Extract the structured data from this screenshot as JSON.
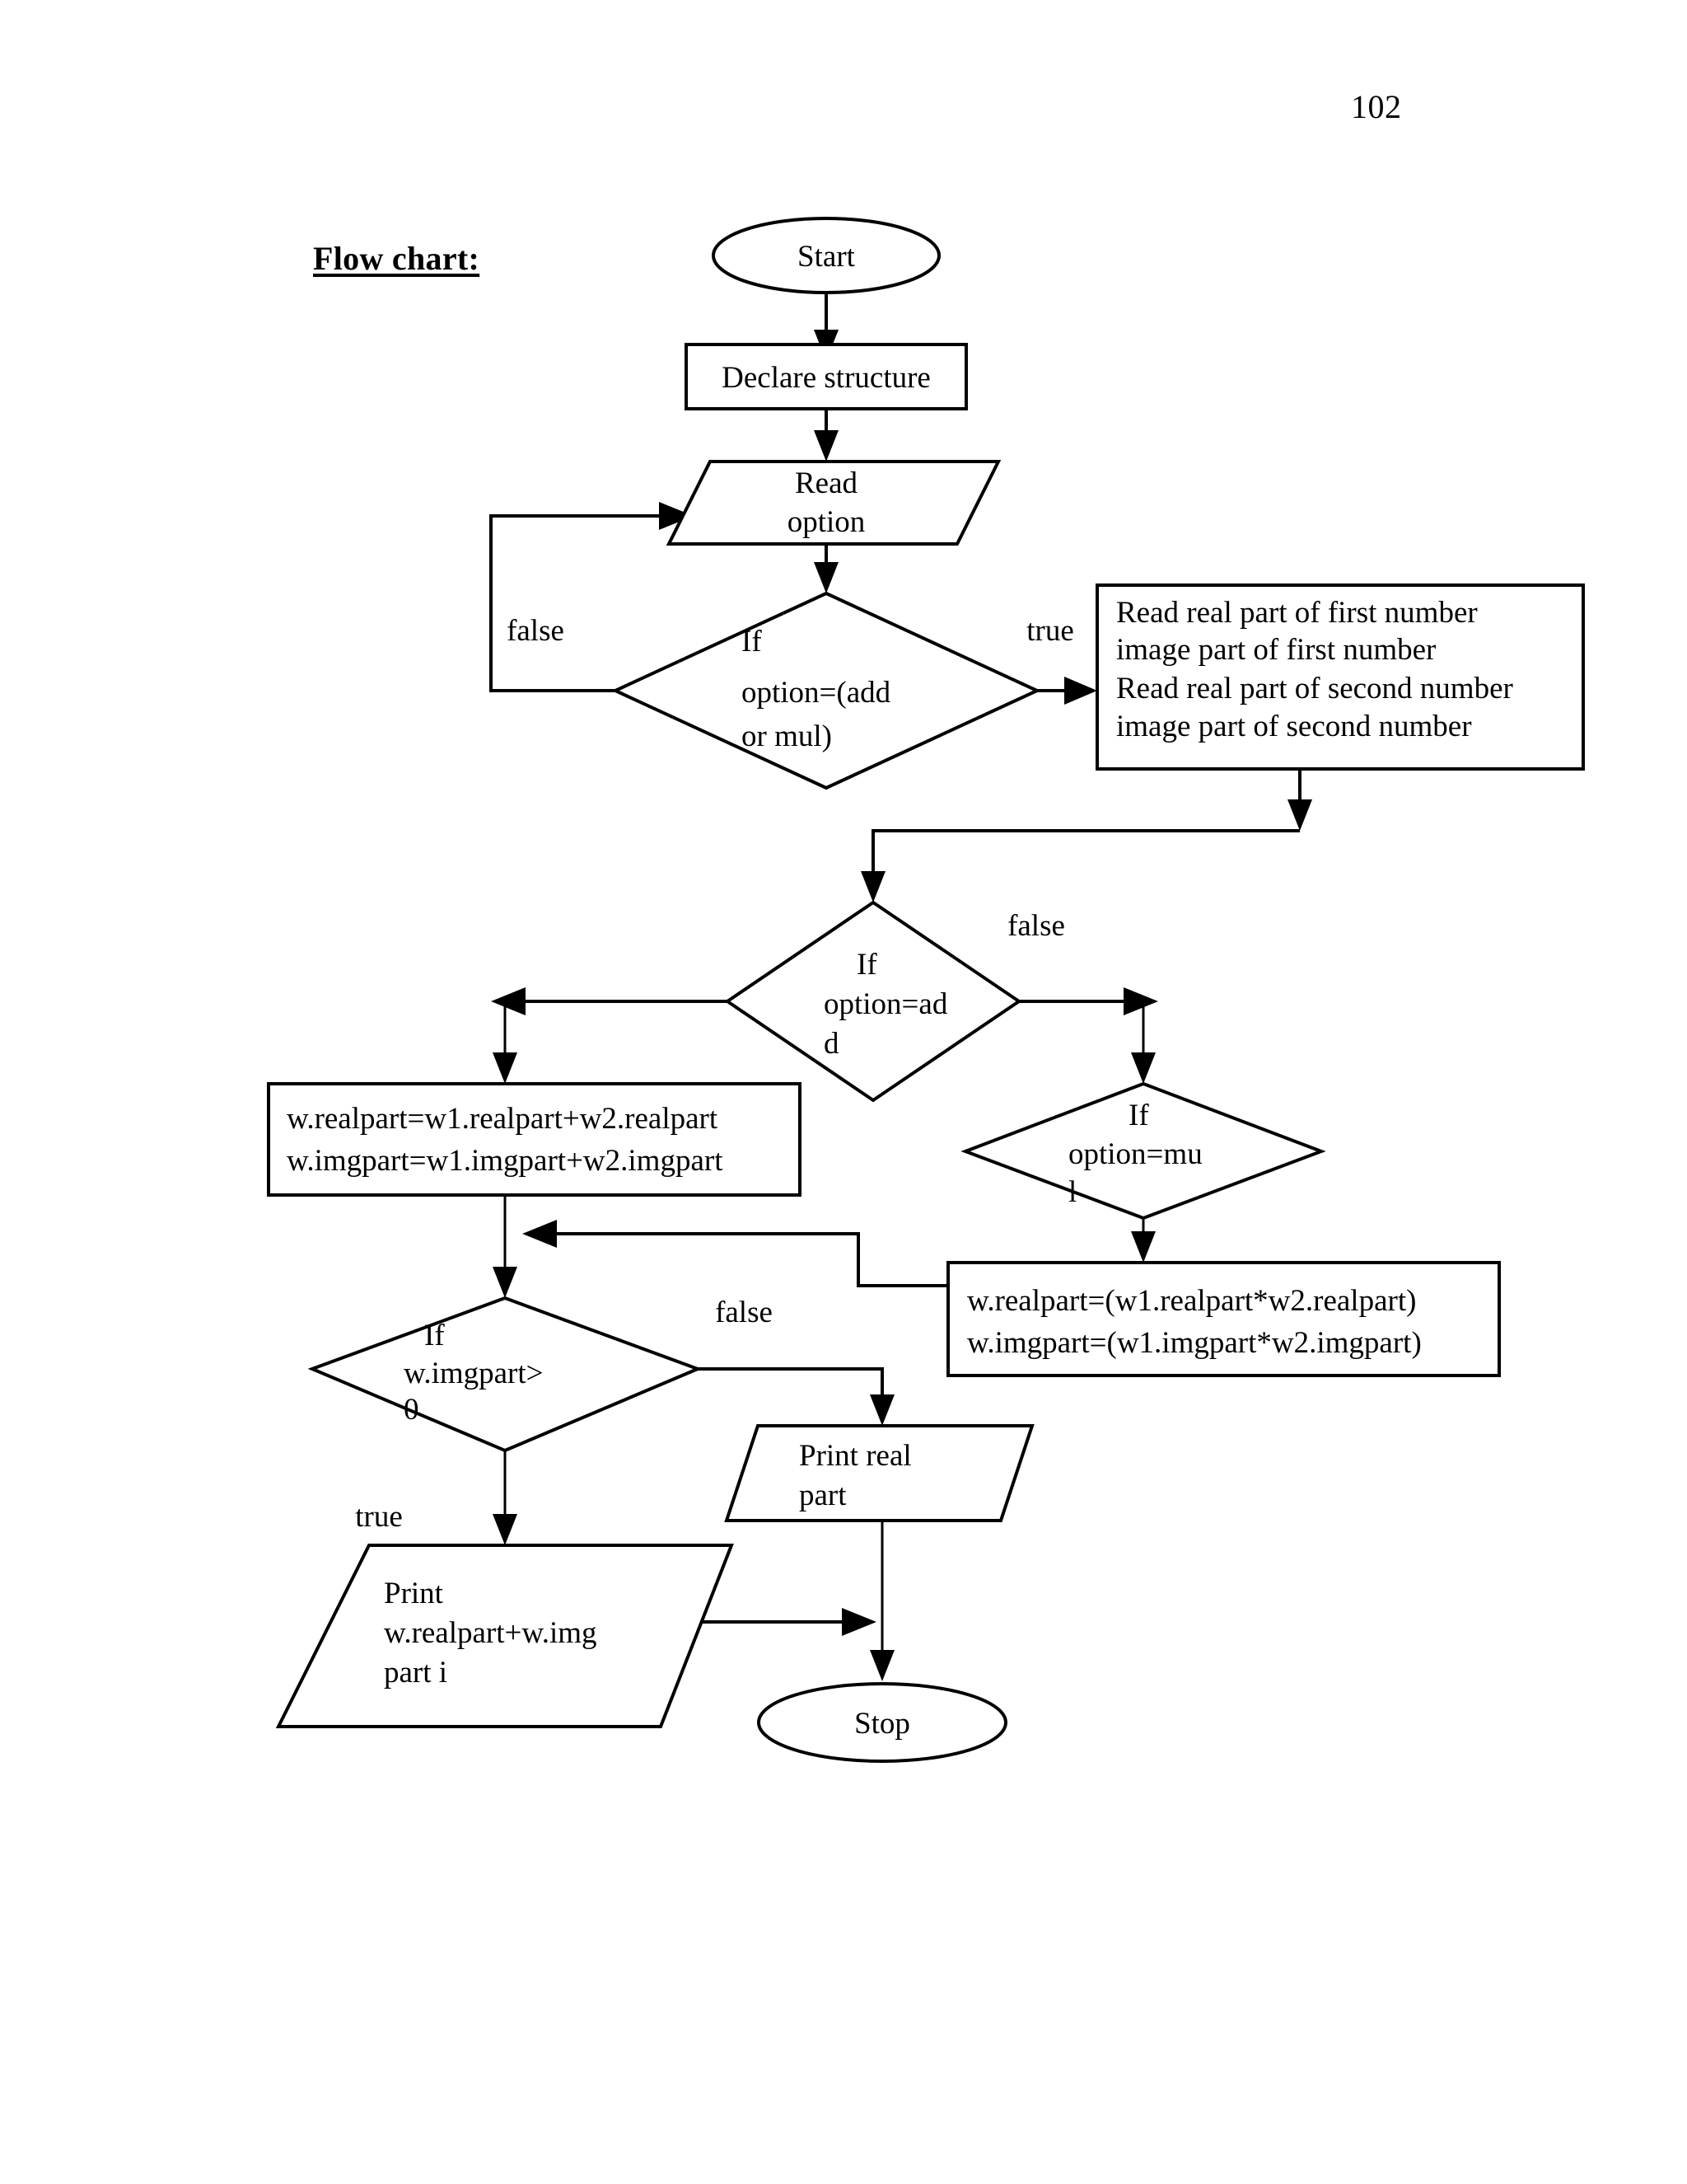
{
  "document": {
    "page_number": "102",
    "section_heading": "Flow chart:"
  },
  "chart_data": {
    "type": "flowchart",
    "title": "Flow chart:",
    "nodes": [
      {
        "id": "start",
        "shape": "terminator",
        "lines": [
          "Start"
        ]
      },
      {
        "id": "declare",
        "shape": "process",
        "lines": [
          "Declare structure"
        ]
      },
      {
        "id": "read_option",
        "shape": "io",
        "lines": [
          "Read",
          "option"
        ]
      },
      {
        "id": "if_option_add_or_mul",
        "shape": "decision",
        "lines": [
          "If",
          "option=(add",
          "or mul)"
        ]
      },
      {
        "id": "read_inputs",
        "shape": "process",
        "lines": [
          "Read real part of first number",
          " image part of first number",
          "Read real part of second number",
          "image part of second number"
        ]
      },
      {
        "id": "if_option_add",
        "shape": "decision",
        "lines": [
          "If",
          "option=ad",
          "d"
        ]
      },
      {
        "id": "add_calc",
        "shape": "process",
        "lines": [
          "w.realpart=w1.realpart+w2.realpart",
          "w.imgpart=w1.imgpart+w2.imgpart"
        ]
      },
      {
        "id": "if_option_mul",
        "shape": "decision",
        "lines": [
          "If",
          "option=mu",
          "l"
        ]
      },
      {
        "id": "mul_calc",
        "shape": "process",
        "lines": [
          "w.realpart=(w1.realpart*w2.realpart)",
          "w.imgpart=(w1.imgpart*w2.imgpart)"
        ]
      },
      {
        "id": "if_imgpart_gt0",
        "shape": "decision",
        "lines": [
          "If",
          "w.imgpart>",
          "0"
        ]
      },
      {
        "id": "print_real",
        "shape": "io",
        "lines": [
          "Print real",
          "part"
        ]
      },
      {
        "id": "print_complex",
        "shape": "io",
        "lines": [
          "Print",
          "w.realpart+w.img",
          "part i"
        ]
      },
      {
        "id": "stop",
        "shape": "terminator",
        "lines": [
          "Stop"
        ]
      }
    ],
    "edges": [
      {
        "from": "start",
        "to": "declare",
        "label": ""
      },
      {
        "from": "declare",
        "to": "read_option",
        "label": ""
      },
      {
        "from": "read_option",
        "to": "if_option_add_or_mul",
        "label": ""
      },
      {
        "from": "if_option_add_or_mul",
        "to": "read_option",
        "label": "false"
      },
      {
        "from": "if_option_add_or_mul",
        "to": "read_inputs",
        "label": "true"
      },
      {
        "from": "read_inputs",
        "to": "if_option_add",
        "label": ""
      },
      {
        "from": "if_option_add",
        "to": "add_calc",
        "label": ""
      },
      {
        "from": "if_option_add",
        "to": "if_option_mul",
        "label": "false"
      },
      {
        "from": "if_option_mul",
        "to": "mul_calc",
        "label": ""
      },
      {
        "from": "add_calc",
        "to": "if_imgpart_gt0",
        "label": ""
      },
      {
        "from": "mul_calc",
        "to": "if_imgpart_gt0",
        "label": ""
      },
      {
        "from": "if_imgpart_gt0",
        "to": "print_complex",
        "label": "true"
      },
      {
        "from": "if_imgpart_gt0",
        "to": "print_real",
        "label": "false"
      },
      {
        "from": "print_real",
        "to": "stop",
        "label": ""
      },
      {
        "from": "print_complex",
        "to": "stop",
        "label": ""
      }
    ],
    "labels": {
      "false_1": "false",
      "true_1": "true",
      "false_2": "false",
      "false_3": "false",
      "true_2": "true"
    },
    "node_text": {
      "start": "Start",
      "declare": "Declare structure",
      "read_option_l1": "Read",
      "read_option_l2": "option",
      "if_add_or_mul_l1": "If",
      "if_add_or_mul_l2": "option=(add",
      "if_add_or_mul_l3": "or mul)",
      "read_inputs_l1": "Read real part of first number",
      "read_inputs_l2": " image part of first number",
      "read_inputs_l3": "Read real part of second number",
      "read_inputs_l4": "image part of second number",
      "if_add_l1": "If",
      "if_add_l2": "option=ad",
      "if_add_l3": "d",
      "add_calc_l1": "w.realpart=w1.realpart+w2.realpart",
      "add_calc_l2": "w.imgpart=w1.imgpart+w2.imgpart",
      "if_mul_l1": "If",
      "if_mul_l2": "option=mu",
      "if_mul_l3": "l",
      "mul_calc_l1": "w.realpart=(w1.realpart*w2.realpart)",
      "mul_calc_l2": "w.imgpart=(w1.imgpart*w2.imgpart)",
      "if_imgpart_l1": "If",
      "if_imgpart_l2": "w.imgpart>",
      "if_imgpart_l3": "0",
      "print_real_l1": "Print real",
      "print_real_l2": "part",
      "print_complex_l1": "Print",
      "print_complex_l2": "w.realpart+w.img",
      "print_complex_l3": "part i",
      "stop": "Stop"
    },
    "colors": {
      "stroke": "#000000",
      "fill": "#ffffff",
      "text": "#000000"
    }
  }
}
